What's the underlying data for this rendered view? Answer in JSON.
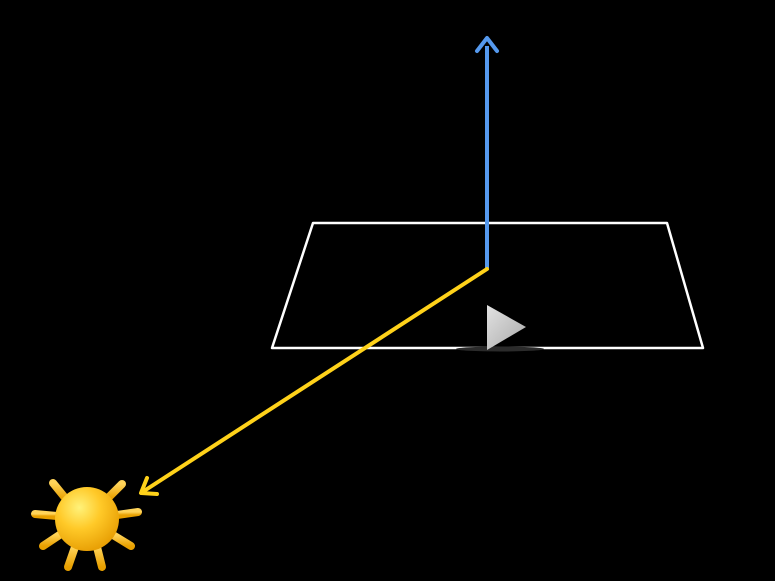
{
  "scene": {
    "background_color": "#000000",
    "plane": {
      "icon": "reflection-plane",
      "stroke_color": "#ffffff"
    },
    "normal_vector": {
      "icon": "up-arrow",
      "color": "#5599ee"
    },
    "light_ray": {
      "icon": "diagonal-arrow",
      "color": "#ffd21a"
    },
    "play_marker": {
      "icon": "play-triangle-icon",
      "color": "#c8c8c8"
    },
    "sun": {
      "icon": "sun-icon",
      "core_color": "#ffbe22",
      "ray_color": "#f5b01c"
    }
  }
}
